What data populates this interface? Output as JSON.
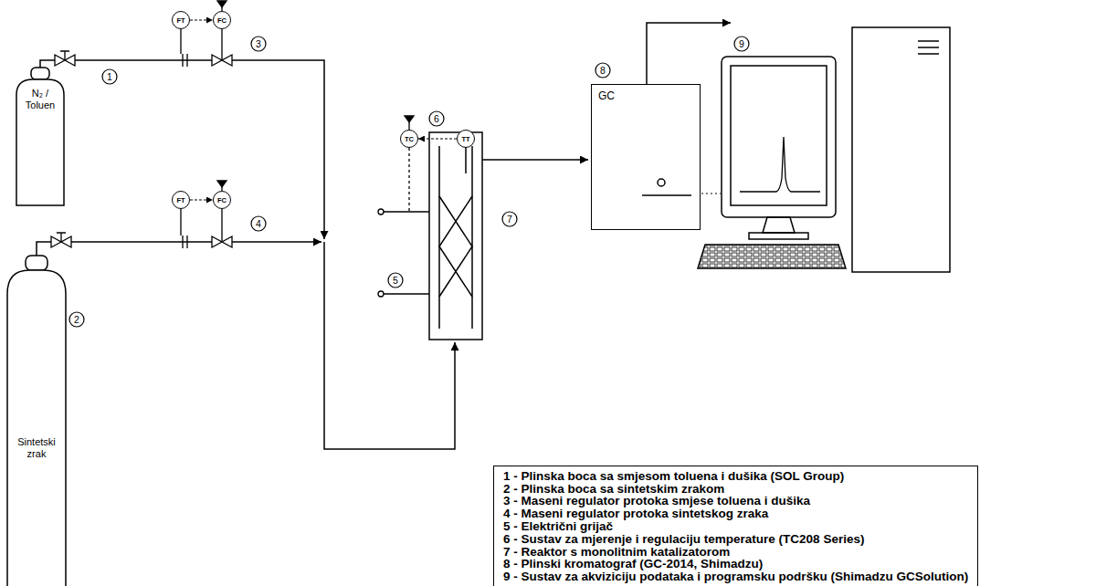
{
  "diagram": {
    "nodes": [
      {
        "text": [
          "N₂ / Toluen"
        ]
      },
      {
        "text": [
          "Sintetski zrak"
        ]
      },
      {
        "text": [
          "FT"
        ]
      },
      {
        "text": [
          "FC"
        ]
      },
      {
        "text": [
          "FT"
        ]
      },
      {
        "text": [
          "FC"
        ]
      },
      {
        "text": [
          "TC"
        ]
      },
      {
        "text": [
          "TT"
        ]
      },
      {
        "text": [
          "GC"
        ]
      },
      {
        "text": [
          "1 - Plinska boca sa smjesom toluena i dušika (SOL Group)",
          "2 - Plinska boca sa sintetskim zrakom",
          "3 - Maseni regulator protoka smjese toluena i dušika",
          "4 - Maseni regulator protoka sintetskog zraka",
          "5 - Električni grijač",
          "6 - Sustav za mjerenje i regulaciju temperature (TC208 Series)",
          "7 - Reaktor s monolitnim katalizatorom",
          "8 - Plinski kromatograf (GC-2014, Shimadzu)",
          "9 - Sustav za akviziciju podataka i programsku podršku (Shimadzu GCSolution)"
        ]
      }
    ],
    "edges": [
      {
        "from": 2,
        "to": 3,
        "arrow": "to"
      },
      {
        "from": 4,
        "to": 5,
        "arrow": "to"
      },
      {
        "from": 7,
        "to": 6,
        "arrow": "to"
      }
    ],
    "labels": [
      "1",
      "2",
      "3",
      "4",
      "5",
      "6",
      "7",
      "8",
      "9"
    ]
  }
}
